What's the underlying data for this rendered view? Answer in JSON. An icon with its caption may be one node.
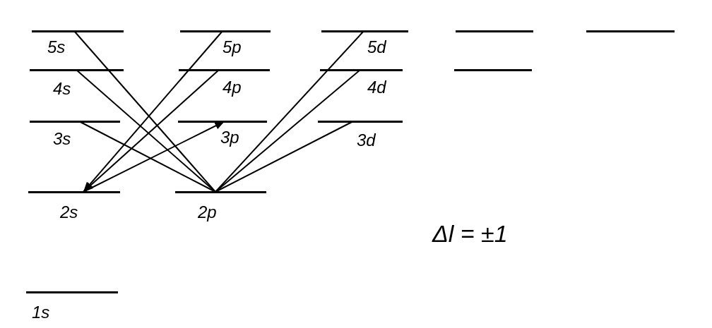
{
  "diagram": {
    "nodes": [
      {
        "text": [
          "5s"
        ]
      },
      {
        "text": [
          "5p"
        ]
      },
      {
        "text": [
          "5d"
        ]
      },
      {
        "text": [],
        "shape": "bar"
      },
      {
        "text": [],
        "shape": "bar"
      },
      {
        "text": [
          "4s"
        ]
      },
      {
        "text": [
          "4p"
        ]
      },
      {
        "text": [
          "4d"
        ]
      },
      {
        "text": [],
        "shape": "bar"
      },
      {
        "text": [
          "3s"
        ]
      },
      {
        "text": [
          "3p"
        ]
      },
      {
        "text": [
          "3d"
        ]
      },
      {
        "text": [
          "2s"
        ]
      },
      {
        "text": [
          "2p"
        ]
      },
      {
        "text": [
          "1s"
        ]
      }
    ],
    "edges": [
      {
        "from": 0,
        "to": 13,
        "arrow": "none"
      },
      {
        "from": 5,
        "to": 13,
        "arrow": "none"
      },
      {
        "from": 9,
        "to": 13,
        "arrow": "none"
      },
      {
        "from": 1,
        "to": 12,
        "arrow": "to"
      },
      {
        "from": 6,
        "to": 12,
        "arrow": "to"
      },
      {
        "from": 12,
        "to": 10,
        "arrow": "to"
      },
      {
        "from": 2,
        "to": 13,
        "arrow": "none"
      },
      {
        "from": 7,
        "to": 13,
        "arrow": "none"
      },
      {
        "from": 11,
        "to": 13,
        "arrow": "none"
      }
    ],
    "labels": [
      "Δl = ±1"
    ]
  }
}
